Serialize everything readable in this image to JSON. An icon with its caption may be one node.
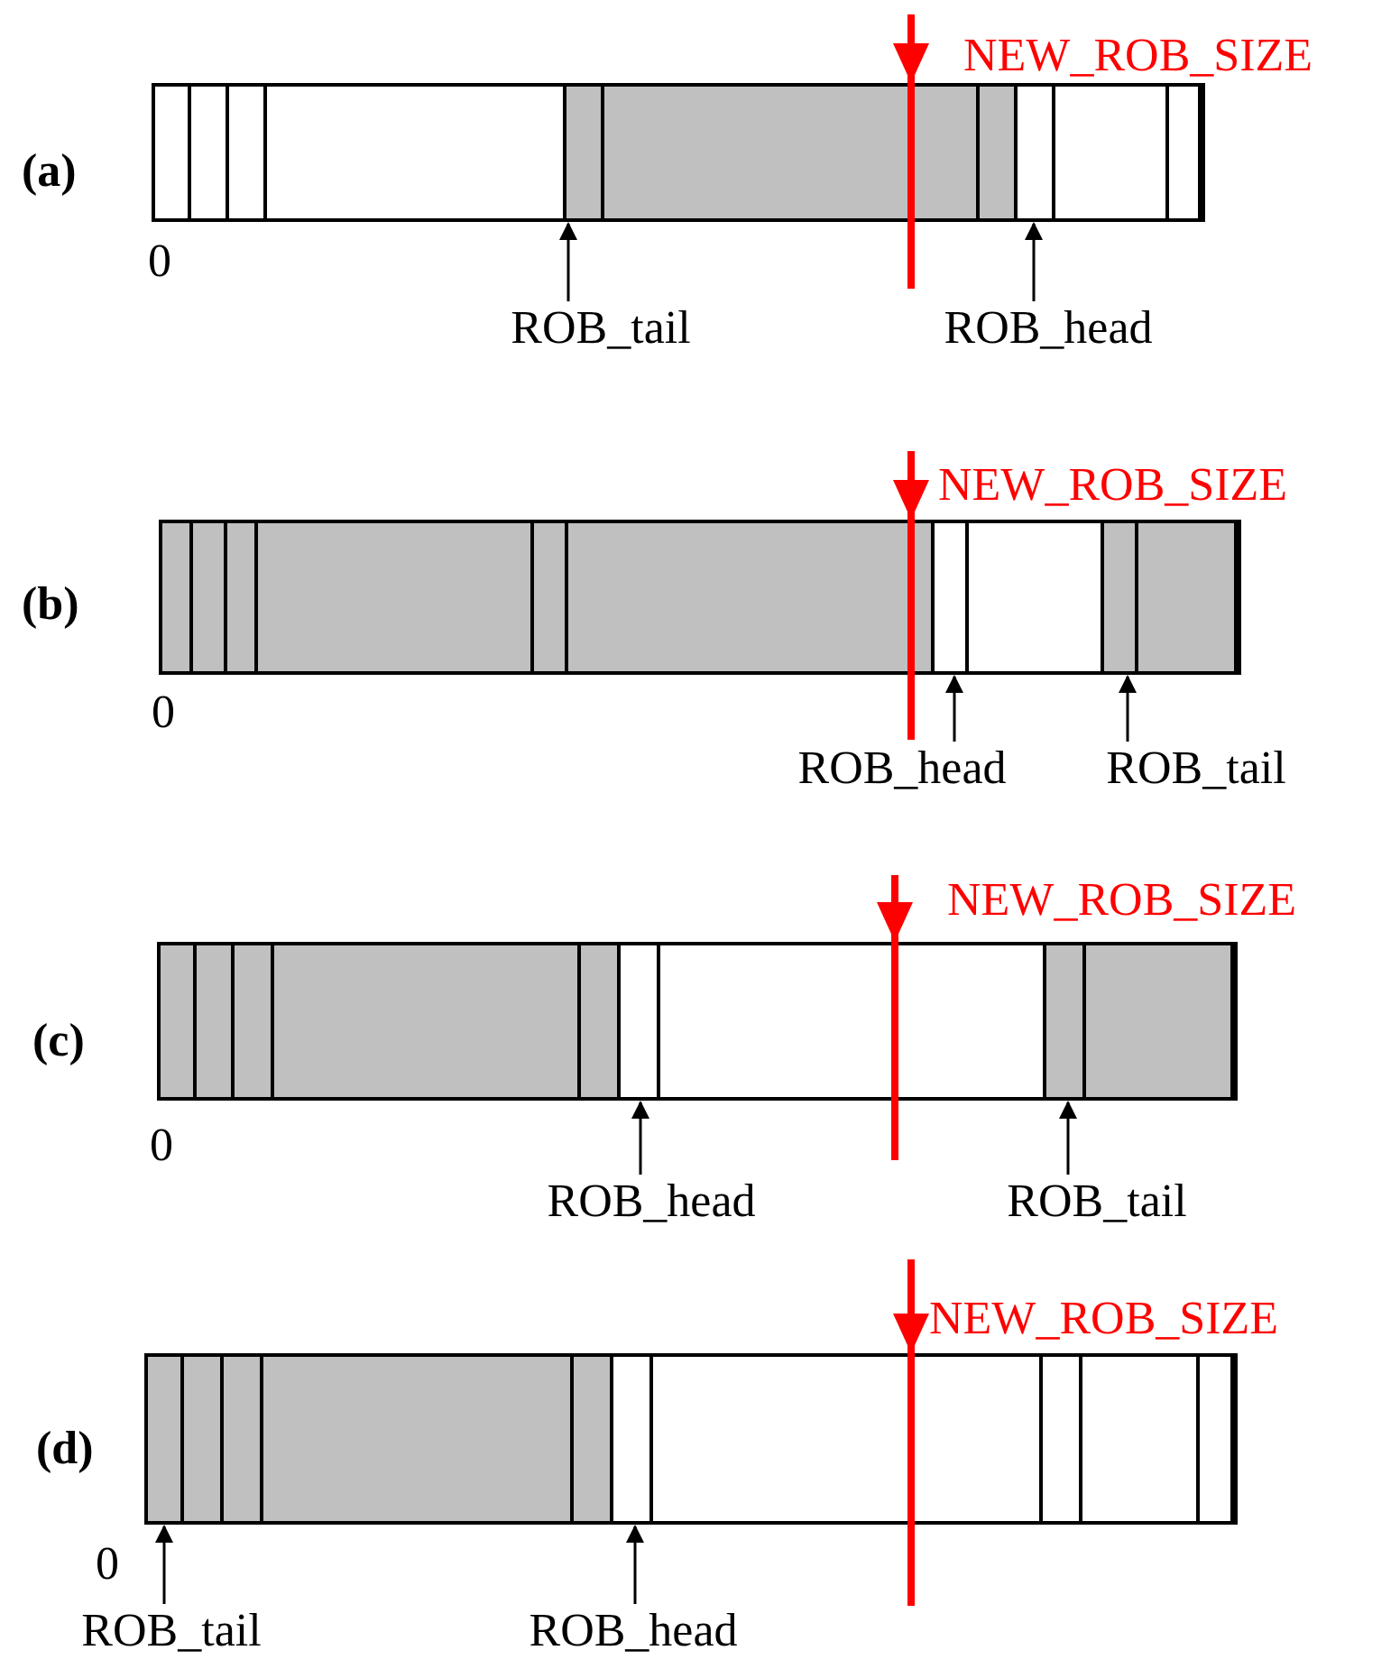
{
  "diagram": {
    "nodes": [
      {
        "text": [],
        "shape": "bar",
        "beside": [
          "NEW_ROB_SIZE",
          "0"
        ]
      },
      {
        "text": [
          "ROB_tail"
        ]
      },
      {
        "text": [
          "ROB_head"
        ]
      },
      {
        "text": [],
        "shape": "bar",
        "beside": [
          "NEW_ROB_SIZE",
          "0"
        ]
      },
      {
        "text": [
          "ROB_head"
        ]
      },
      {
        "text": [
          "ROB_tail"
        ]
      },
      {
        "text": [],
        "shape": "bar",
        "beside": [
          "NEW_ROB_SIZE",
          "0"
        ]
      },
      {
        "text": [
          "ROB_head"
        ]
      },
      {
        "text": [
          "ROB_tail"
        ]
      },
      {
        "text": [],
        "shape": "bar",
        "beside": [
          "NEW_ROB_SIZE",
          "0"
        ]
      },
      {
        "text": [
          "ROB_tail"
        ]
      },
      {
        "text": [
          "ROB_head"
        ]
      }
    ],
    "edges": [
      {
        "from": 1,
        "to": 0,
        "arrow": "to"
      },
      {
        "from": 2,
        "to": 0,
        "arrow": "to"
      },
      {
        "from": 4,
        "to": 3,
        "arrow": "to"
      },
      {
        "from": 5,
        "to": 3,
        "arrow": "to"
      },
      {
        "from": 7,
        "to": 6,
        "arrow": "to"
      },
      {
        "from": 8,
        "to": 6,
        "arrow": "to"
      },
      {
        "from": 10,
        "to": 9,
        "arrow": "to"
      },
      {
        "from": 11,
        "to": 9,
        "arrow": "to"
      }
    ],
    "labels": [
      "(a)",
      "(b)",
      "(c)",
      "(d)"
    ]
  }
}
